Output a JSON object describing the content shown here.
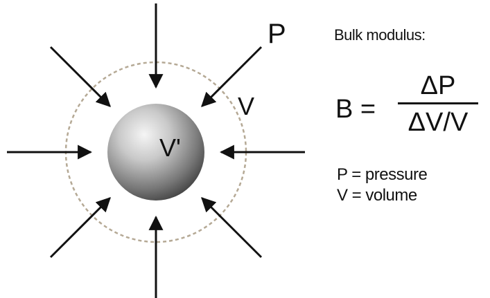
{
  "diagram": {
    "pressure_symbol": "P",
    "initial_volume_label": "V",
    "compressed_volume_label": "V'",
    "arrow_count": 8
  },
  "panel": {
    "heading": "Bulk modulus:",
    "formula": {
      "lhs": "B =",
      "numerator": "ΔP",
      "denominator": "ΔV/V"
    },
    "legend": [
      "P = pressure",
      "V = volume"
    ]
  },
  "colors": {
    "ink": "#111111",
    "dashed_circle": "#b5a995",
    "sphere_light": "#f2f2f2",
    "sphere_dark": "#3c3c3c"
  }
}
